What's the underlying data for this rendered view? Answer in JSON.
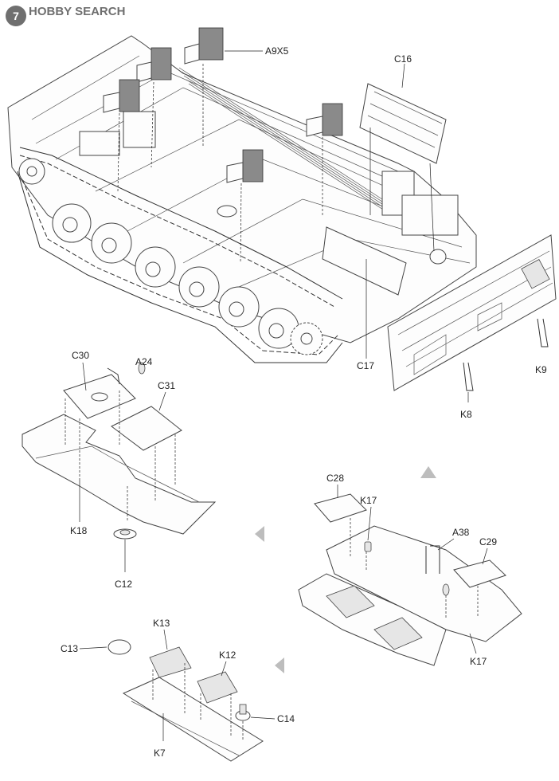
{
  "watermark": {
    "text": "HOBBY SEARCH",
    "step_number": "7"
  },
  "labels": {
    "a9x5": "A9X5",
    "c16": "C16",
    "c17": "C17",
    "k9": "K9",
    "k8": "K8",
    "c30": "C30",
    "a24": "A24",
    "c31": "C31",
    "k18": "K18",
    "c12": "C12",
    "c28": "C28",
    "k17_top": "K17",
    "a38": "A38",
    "c29": "C29",
    "k17_bottom": "K17",
    "k13": "K13",
    "c13": "C13",
    "k12": "K12",
    "c14": "C14",
    "k7": "K7"
  },
  "colors": {
    "line": "#333333",
    "watermark": "#6f6f6f",
    "part_fill": "#fdfdfd",
    "shade": "#8a8a8a"
  }
}
